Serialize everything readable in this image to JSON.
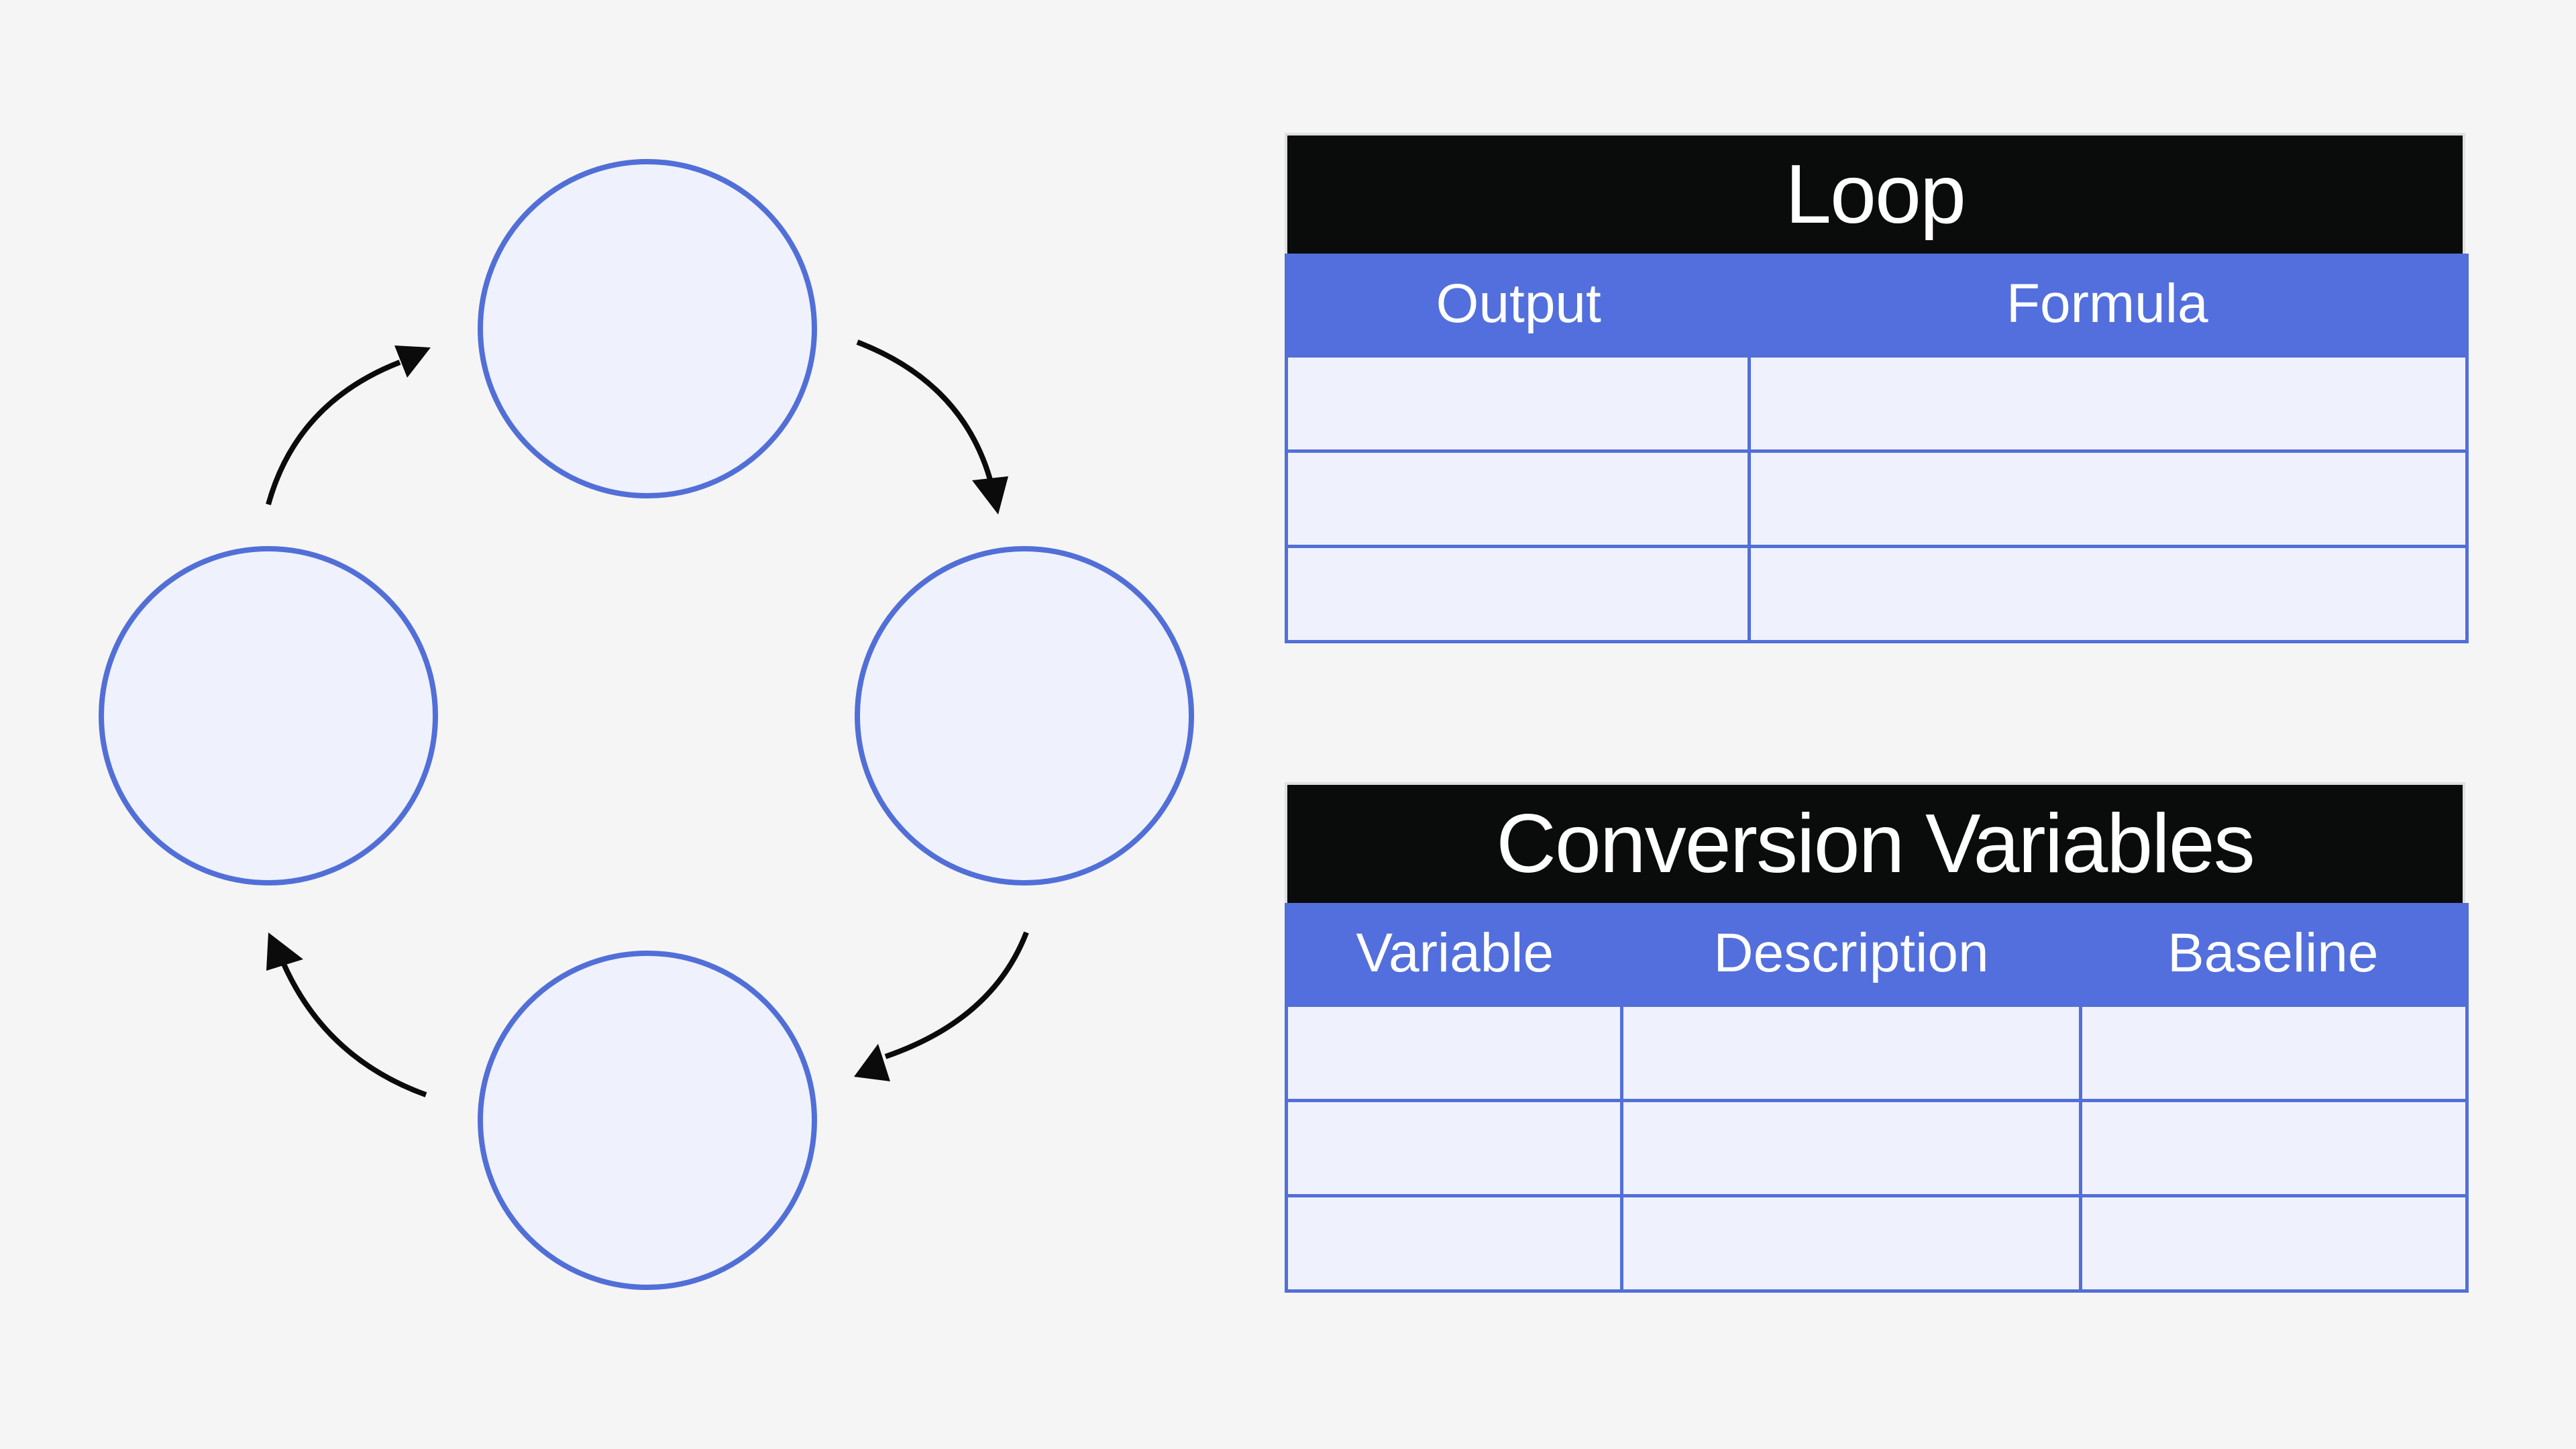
{
  "colors": {
    "background": "#f5f5f5",
    "node_fill": "#eff2fc",
    "accent_blue": "#526fdd",
    "title_black": "#090c0b",
    "arrow": "#0b0b0b"
  },
  "cycle": {
    "nodes": [
      {
        "id": "top",
        "label": ""
      },
      {
        "id": "right",
        "label": ""
      },
      {
        "id": "bottom",
        "label": ""
      },
      {
        "id": "left",
        "label": ""
      }
    ],
    "arrows": [
      {
        "from": "top",
        "to": "right"
      },
      {
        "from": "right",
        "to": "bottom"
      },
      {
        "from": "bottom",
        "to": "left"
      },
      {
        "from": "left",
        "to": "top"
      }
    ]
  },
  "loop_table": {
    "title": "Loop",
    "columns": [
      "Output",
      "Formula"
    ],
    "rows": [
      [
        "",
        ""
      ],
      [
        "",
        ""
      ],
      [
        "",
        ""
      ]
    ]
  },
  "conversion_table": {
    "title": "Conversion Variables",
    "columns": [
      "Variable",
      "Description",
      "Baseline"
    ],
    "rows": [
      [
        "",
        "",
        ""
      ],
      [
        "",
        "",
        ""
      ],
      [
        "",
        "",
        ""
      ]
    ]
  }
}
